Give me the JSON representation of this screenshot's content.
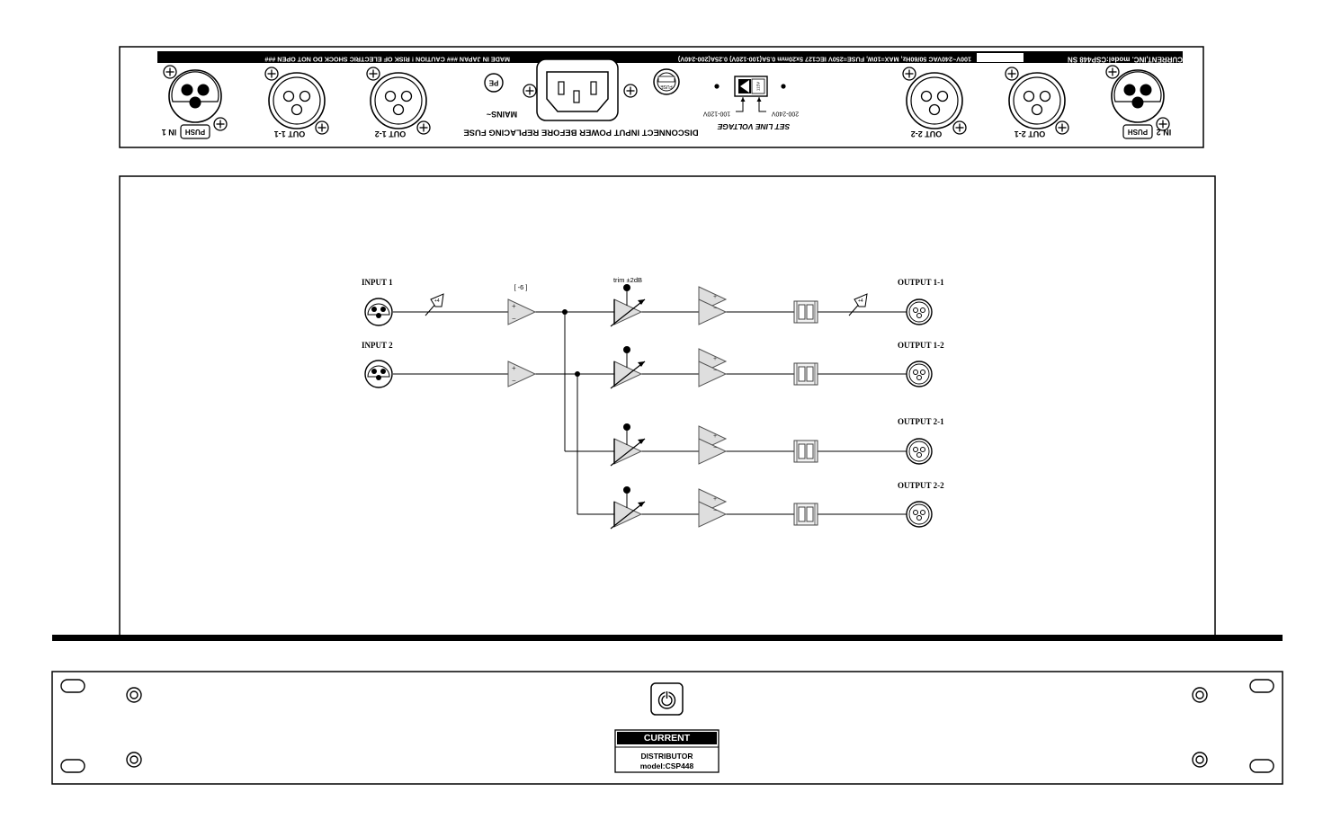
{
  "rear_panel": {
    "top_strip_right": "CURRENT,INC.  model:CSP448 SN",
    "top_strip_center": "100V~240VAC 50/60Hz, MAX=10W, FUSE=250V IEC127 5x20mm 0.5A(100-120V) 0.25A(200-240V)",
    "top_strip_left": "MADE IN JAPAN  ### CAUTION ! RISK OF ELECTRIC SHOCK DO NOT OPEN ###",
    "connectors": {
      "in1": "IN 1",
      "in2": "IN 2",
      "out11": "OUT 1-1",
      "out12": "OUT 1-2",
      "out21": "OUT 2-1",
      "out22": "OUT 2-2",
      "push": "PUSH"
    },
    "mains_label": "MAINS~",
    "fuse_label": "FUSE",
    "fuse_warning": "DISCONNECT INPUT POWER BEFORE REPLACING FUSE",
    "set_line_voltage": "SET LINE VOLTAGE",
    "voltage_low": "100-120V",
    "voltage_high": "200-240V",
    "switch_mark": "115V"
  },
  "diagram": {
    "input1_label": "INPUT 1",
    "input2_label": "INPUT 2",
    "gain_label": "[ -6 ]",
    "trim_label": "trim ±2dB",
    "outputs": [
      "OUTPUT 1-1",
      "OUTPUT 1-2",
      "OUTPUT 2-1",
      "OUTPUT 2-2"
    ],
    "plus": "+",
    "minus": "−"
  },
  "front_panel": {
    "brand": "CURRENT",
    "product": "DISTRIBUTOR",
    "model": "model:CSP448",
    "power_icon": "power-icon"
  }
}
